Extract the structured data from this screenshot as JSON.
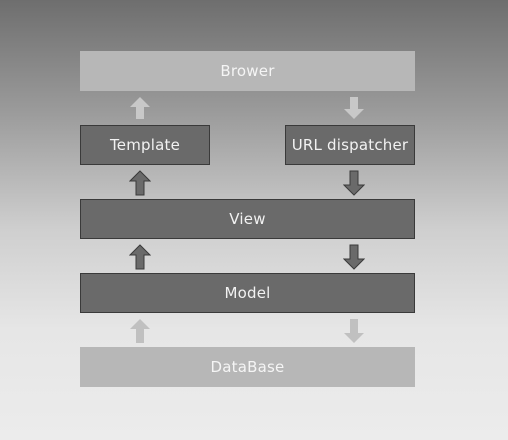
{
  "diagram": {
    "nodes": {
      "browser": "Brower",
      "template": "Template",
      "url_dispatcher": "URL dispatcher",
      "view": "View",
      "model": "Model",
      "database": "DataBase"
    },
    "colors": {
      "faded_box": "#b7b7b7",
      "solid_box": "#6a6a6a",
      "solid_border": "#3a3a3a",
      "arrow_dark": "#6a6a6a",
      "arrow_light": "#c8c8c8"
    },
    "arrows": [
      {
        "from": "template",
        "to": "browser",
        "direction": "up",
        "style": "light"
      },
      {
        "from": "browser",
        "to": "url_dispatcher",
        "direction": "down",
        "style": "light"
      },
      {
        "from": "view",
        "to": "template",
        "direction": "up",
        "style": "dark"
      },
      {
        "from": "url_dispatcher",
        "to": "view",
        "direction": "down",
        "style": "dark"
      },
      {
        "from": "model",
        "to": "view",
        "direction": "up",
        "style": "dark"
      },
      {
        "from": "view",
        "to": "model",
        "direction": "down",
        "style": "dark"
      },
      {
        "from": "database",
        "to": "model",
        "direction": "up",
        "style": "light"
      },
      {
        "from": "model",
        "to": "database",
        "direction": "down",
        "style": "light"
      }
    ]
  }
}
